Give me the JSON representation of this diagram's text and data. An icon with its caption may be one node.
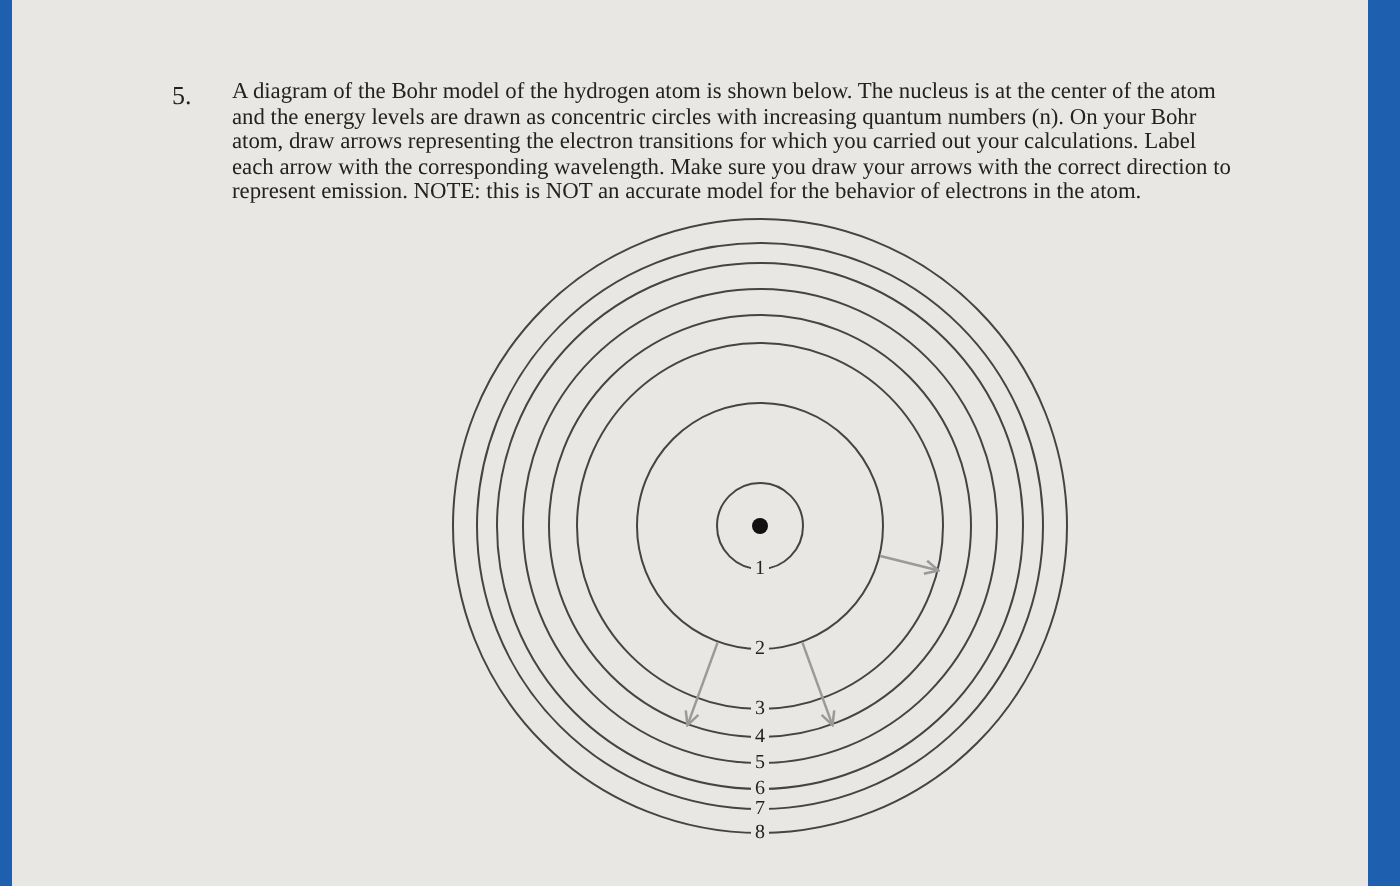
{
  "diagram": {
    "nodes": [
      {
        "text": [
          "8"
        ]
      },
      {
        "text": [
          "7"
        ],
        "in": 0
      },
      {
        "text": [
          "6"
        ],
        "in": 1
      },
      {
        "text": [
          "5"
        ],
        "in": 2
      },
      {
        "text": [
          "4"
        ],
        "in": 3
      },
      {
        "text": [
          "3"
        ],
        "in": 4
      },
      {
        "text": [
          "2"
        ],
        "in": 5
      },
      {
        "text": [
          "1"
        ],
        "in": 6
      }
    ],
    "edges": [
      {
        "from": 6,
        "to": 4,
        "arrow": "to",
        "color": "#9a9a9a"
      },
      {
        "from": 6,
        "to": 4,
        "arrow": "to",
        "color": "#9a9a9a"
      },
      {
        "from": 6,
        "to": 5,
        "arrow": "to",
        "color": "#9a9a9a"
      }
    ],
    "labels": [
      "5.",
      "A diagram of the Bohr model of the hydrogen atom is shown below. The nucleus is at the center of the atom and the energy levels are drawn as concentric circles with increasing quantum numbers (n). On your Bohr atom, draw arrows representing the electron transitions for which you carried out your calculations. Label each arrow with the corresponding wavelength. Make sure you draw your arrows with the correct direction to represent emission. NOTE:   this is NOT an accurate model for the behavior of electrons in the atom."
    ]
  }
}
